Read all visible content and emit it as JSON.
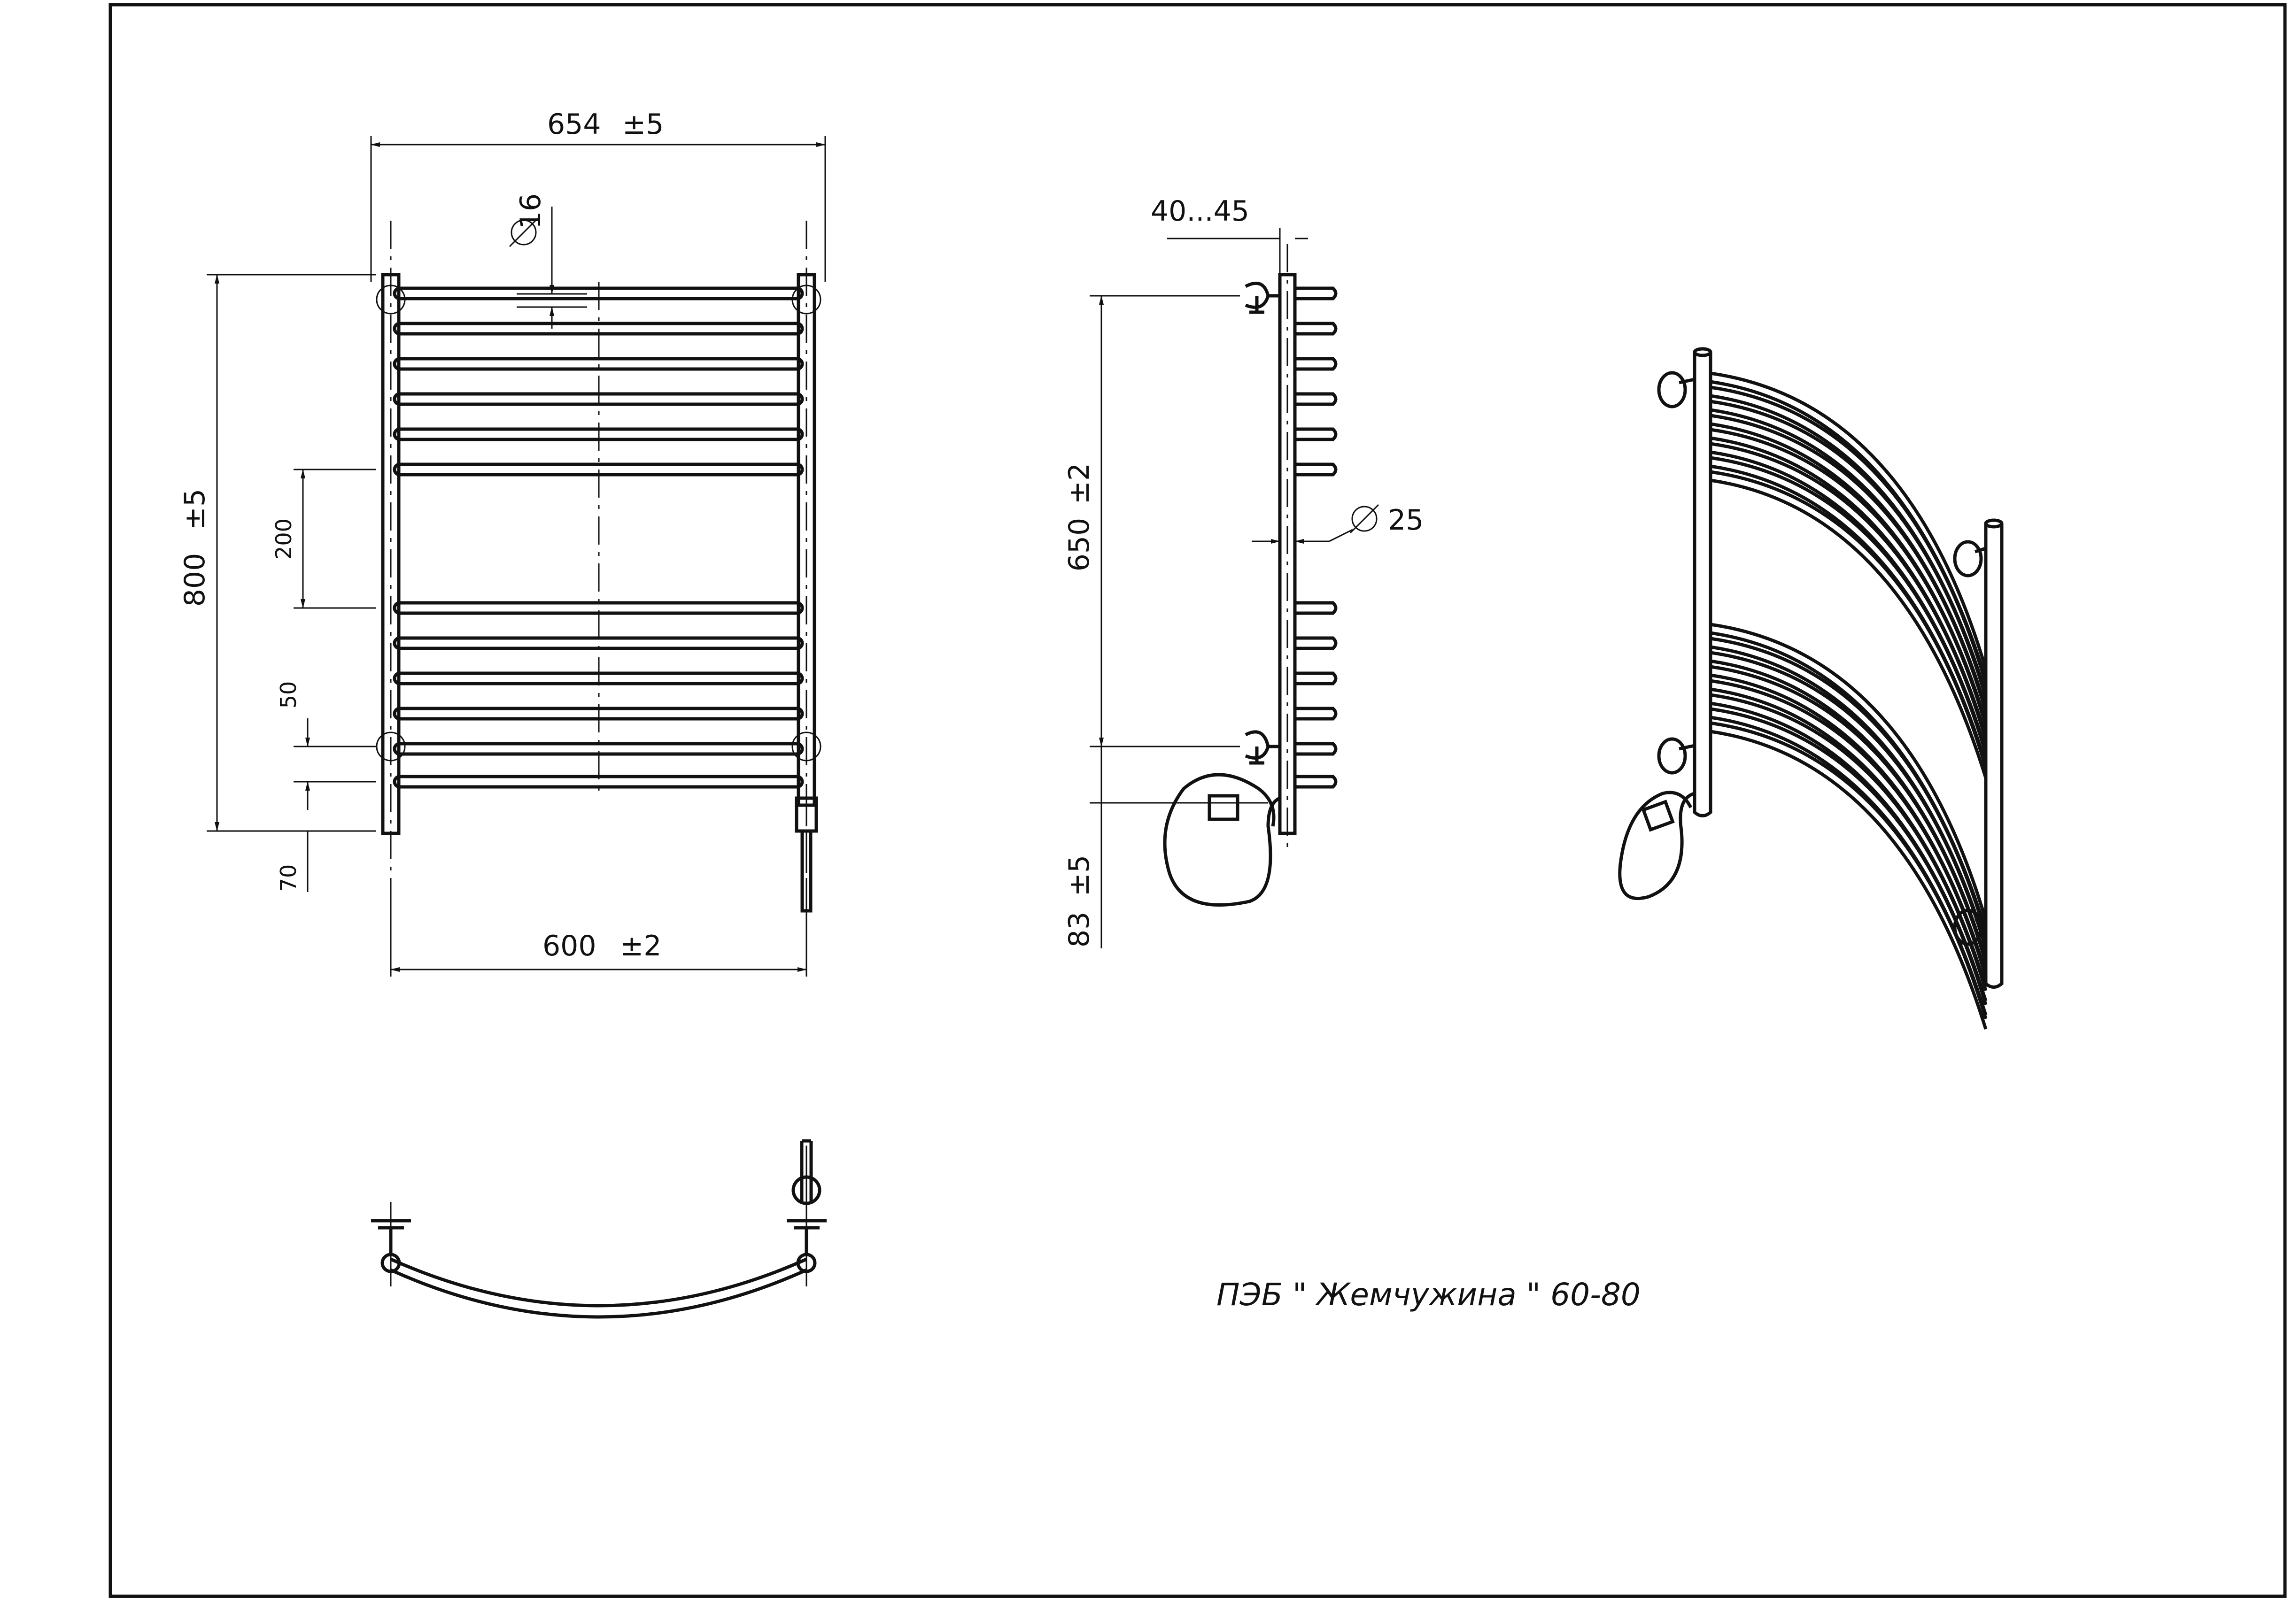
{
  "title": "ПЭБ \" Жемчужина \" 60-80",
  "dimensions": {
    "overall_width": "654",
    "overall_width_tol": "±5",
    "axis_width": "600",
    "axis_width_tol": "±2",
    "height": "800",
    "height_tol": "±5",
    "bar_diameter": "16",
    "gap": "200",
    "spacing": "50",
    "bottom_offset": "70",
    "mount_spacing": "650",
    "mount_spacing_tol": "±2",
    "wall_gap": "40...45",
    "pipe_diameter": "25",
    "lower_offset": "83",
    "lower_offset_tol": "±5"
  },
  "colors": {
    "line": "#111111",
    "background": "#ffffff"
  }
}
